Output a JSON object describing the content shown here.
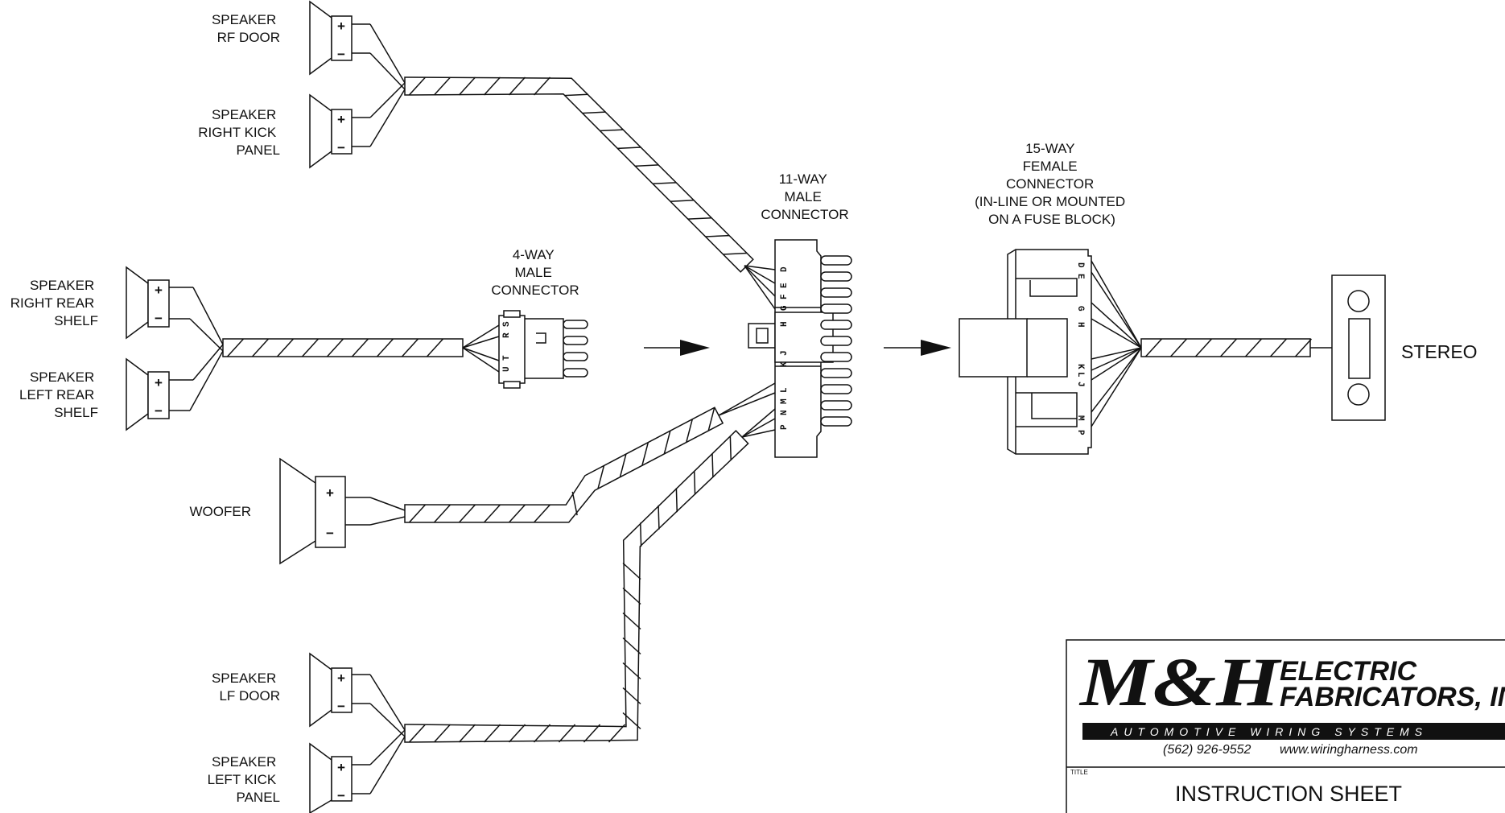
{
  "speakers": {
    "rf_door": [
      "SPEAKER",
      "RF DOOR"
    ],
    "right_kick": [
      "SPEAKER",
      "RIGHT KICK",
      "PANEL"
    ],
    "right_rear": [
      "SPEAKER",
      "RIGHT REAR",
      "SHELF"
    ],
    "left_rear": [
      "SPEAKER",
      "LEFT REAR",
      "SHELF"
    ],
    "woofer": [
      "WOOFER"
    ],
    "lf_door": [
      "SPEAKER",
      "LF DOOR"
    ],
    "left_kick": [
      "SPEAKER",
      "LEFT KICK",
      "PANEL"
    ]
  },
  "terminal_signs": {
    "plus": "+",
    "minus": "−"
  },
  "connectors": {
    "four_way": [
      "4-WAY",
      "MALE",
      "CONNECTOR"
    ],
    "eleven_way": [
      "11-WAY",
      "MALE",
      "CONNECTOR"
    ],
    "fifteen_way": [
      "15-WAY",
      "FEMALE",
      "CONNECTOR",
      "(IN-LINE OR MOUNTED",
      "ON A FUSE BLOCK)"
    ]
  },
  "pin_letters": {
    "four_way": [
      "S",
      "R",
      "T",
      "U"
    ],
    "eleven_way": [
      "D",
      "E",
      "F",
      "G",
      "H",
      "J",
      "K",
      "L",
      "M",
      "N",
      "P"
    ],
    "fifteen_way": [
      "D",
      "E",
      "G",
      "H",
      "J",
      "K",
      "L",
      "M",
      "P"
    ]
  },
  "stereo_label": "STEREO",
  "title_block": {
    "logo_letters": "M&H",
    "company_line1": "ELECTRIC",
    "company_line2": "FABRICATORS, INC",
    "tagline": "AUTOMOTIVE WIRING SYSTEMS",
    "phone": "(562) 926-9552",
    "website": "www.wiringharness.com",
    "title_caption": "TITLE",
    "title": "INSTRUCTION SHEET"
  }
}
